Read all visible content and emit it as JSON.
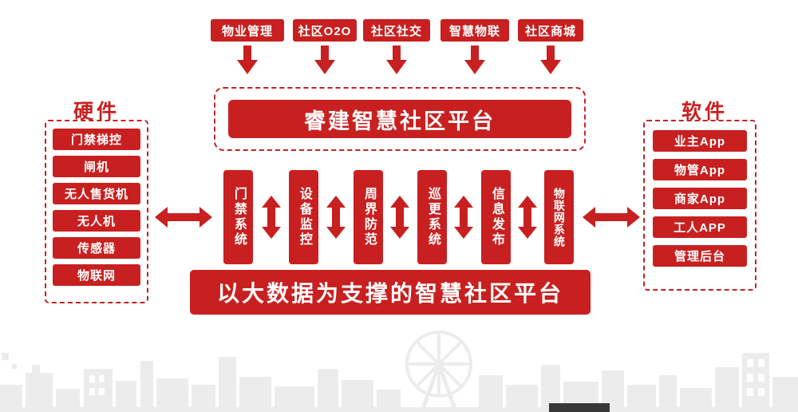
{
  "colors": {
    "primary_red": "#c82020",
    "skyline_gray": "#ececec"
  },
  "top_modules": [
    "物业管理",
    "社区O2O",
    "社区社交",
    "智慧物联",
    "社区商城"
  ],
  "platform": {
    "title": "睿建智慧社区平台"
  },
  "hardware": {
    "header": "硬件",
    "items": [
      "门禁梯控",
      "闸机",
      "无人售货机",
      "无人机",
      "传感器",
      "物联网"
    ]
  },
  "software": {
    "header": "软件",
    "items": [
      "业主App",
      "物管App",
      "商家App",
      "工人APP",
      "管理后台"
    ]
  },
  "systems": [
    "门禁系统",
    "设备监控",
    "周界防范",
    "巡更系统",
    "信息发布",
    "物联网系统"
  ],
  "banner": {
    "title": "以大数据为支撑的智慧社区平台"
  }
}
